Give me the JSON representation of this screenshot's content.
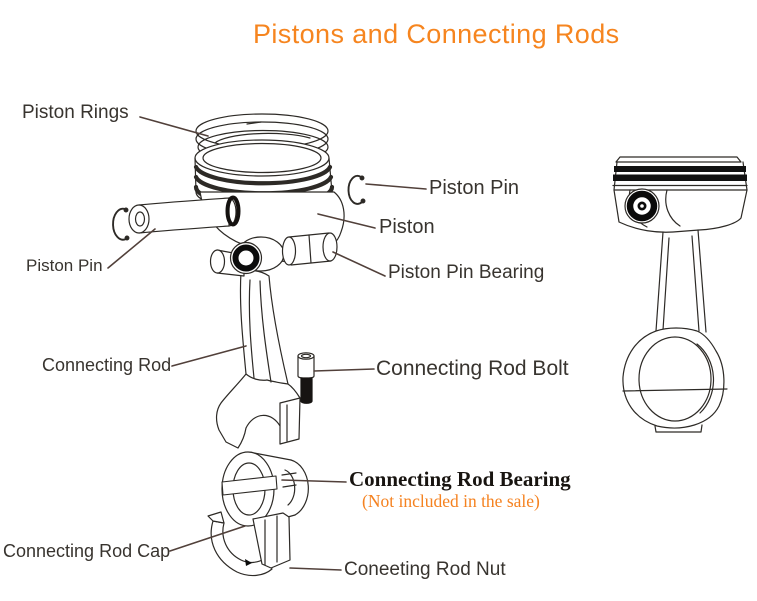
{
  "title": "Pistons and Connecting Rods",
  "colors": {
    "title_orange": "#F6851F",
    "note_orange": "#F58220",
    "ink": "#2D2A26",
    "label_text": "#38342F",
    "leader_line": "#51403A"
  },
  "diagram": {
    "labels": {
      "piston_rings": "Piston Rings",
      "piston_pin_upper": "Piston Pin",
      "piston": "Piston",
      "piston_pin_lower": "Piston Pin",
      "piston_pin_bearing": "Piston Pin Bearing",
      "connecting_rod": "Connecting Rod",
      "connecting_rod_bolt": "Connecting Rod Bolt",
      "connecting_rod_bearing": "Connecting Rod Bearing",
      "bearing_note": "(Not included in the sale)",
      "connecting_rod_cap": "Connecting Rod Cap",
      "connecting_rod_nut": "Coneeting Rod Nut"
    }
  }
}
